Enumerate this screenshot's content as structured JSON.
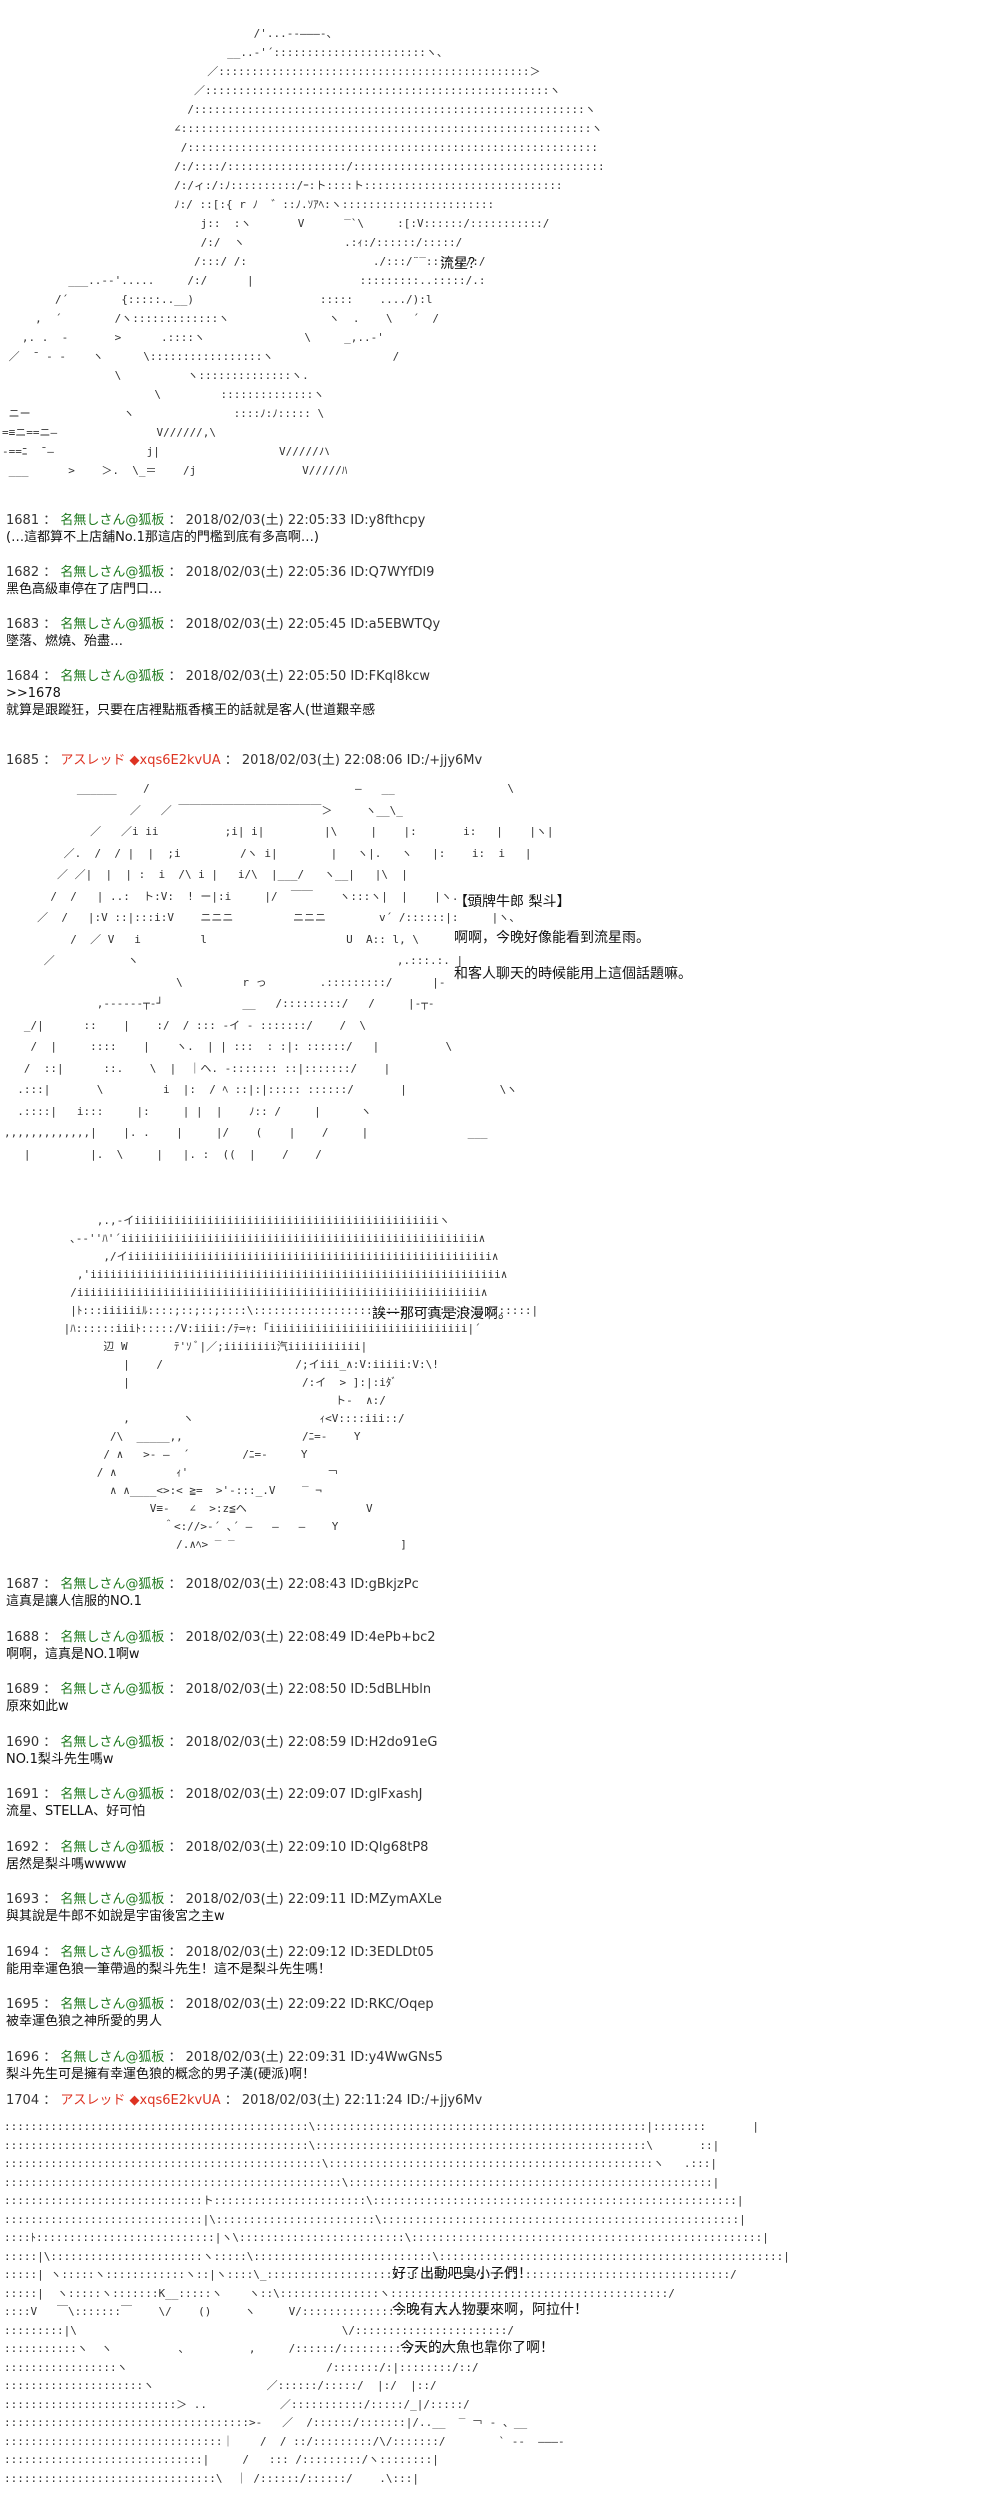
{
  "aa1": {
    "art": "                                      /'...--―――-、\n                                  __..-'´:::::::::::::::::::::::ヽ、\n                               ／:::::::::::::::::::::::::::::::::::::::::::::::＞\n                             ／::::::::::::::::::::::::::::::::::::::::::::::::::::ヽ\n                            /:::::::::::::::::::::::::::::::::::::::::::::::::::::::::::ヽ\n                          ∠::::::::::::::::::::::::::::::::::::::::::::::::::::::::::::::ヽ\n                           /::::::::::::::::::::::::::::::::::::::::::::::::::::::::::::::\n                          /:/::::/::::::::::::::::::/::::::::::::::::::::::::::::::::::::::\n                          /:/ィ:/:ﾉ::::::::::/ｰ:ト::::ト::::::::::::::::::::::::::::::\n                          ﾉ:/ ::[:{ r ﾉ  ゛::ﾉ.ｿｱﾍ:ヽ:::::::::::::::::::::::\n                              j::  :ヽ       V      ‾`\\     :[:V::::::/:::::::::::/\n                              /:/  ヽ               .:ｨ:/::::::/:::::/\n                             /:::/ /:                   ./:::/¨‾::::::/:/\n          ___..-‐'.....     /:/      |                :::::::::..:::::/.:\n        /´        {:::::..__)                   :::::    ..../):l\n     ,  ´        /ヽ:::::::::::::ヽ               ヽ  .    \\   ´  /\n   ,. .  -       >      .::::ヽ               \\     _,..-'\n ／  ̄  ‐ ‐    ヽ      \\:::::::::::::::::ヽ                  /\n                 \\          ヽ::::::::::::::ヽ.\n                       \\         ::::::::::::::ヽ\n ニー              ヽ               ::::ﾉ:ﾉ::::: \\\n=≡ニ==ニ―               V//////,\\\n‐==ﾆ  ̄ ―              j|                  V/////ハ\n ___      >    ＞.  \\_＝    /j                V/////ﾊ"
  },
  "aa1_speech": "流星？",
  "posts_a": [
    {
      "num": "1681",
      "name": "名無しさん@狐板",
      "date": "2018/02/03(土) 22:05:33",
      "id": "ID:y8fthcpy",
      "body": "(…這都算不上店舖No.1那這店的門檻到底有多高啊…)"
    },
    {
      "num": "1682",
      "name": "名無しさん@狐板",
      "date": "2018/02/03(土) 22:05:36",
      "id": "ID:Q7WYfDl9",
      "body": "黑色高級車停在了店門口…"
    },
    {
      "num": "1683",
      "name": "名無しさん@狐板",
      "date": "2018/02/03(土) 22:05:45",
      "id": "ID:a5EBWTQy",
      "body": "墜落、燃燒、殆盡…"
    },
    {
      "num": "1684",
      "name": "名無しさん@狐板",
      "date": "2018/02/03(土) 22:05:50",
      "id": "ID:FKql8kcw",
      "body": ">>1678\n就算是跟蹤狂，只要在店裡點瓶香檳王的話就是客人(世道艱辛感"
    }
  ],
  "post_1685": {
    "num": "1685",
    "name": "アスレッド",
    "trip": "◆xqs6E2kvUA",
    "date": "2018/02/03(土) 22:08:06",
    "id": "ID:/+jjy6Mv"
  },
  "aa2": {
    "art": "           ______    /                               ―   __                 \\\n                   ／   ／ ￣￣￣￣￣￣￣￣￣￣￣￣￣＞     ヽ__\\_\n             ／   ／i ii          ;i| i|         |\\     |    |:       i:   |    |ヽ|\n         ／.  /  / |  |  ;i         /ヽ i|        |   ヽ|.   ヽ   |:    i:  i   |\n        ／ ／|  |  | :  i  /\\ i |   i/\\  |___/   ヽ__|   |\\  |\n       /  /   | ..:  ト:V:  ! ー|:i     |/  ￣￣    ヽ:::ヽ|  |    |ヽ. .\n     ／  /   |:V ::|:::i:V    ニニニ         ニニニ        v´ /::::::|:     |ヽ、\n          /  ／ V   i         l                     U  A:: l, \\\n      ／           ヽ                                       ,.:::.:. |\n                          \\         r っ        .:::::::::/      |-\n              ,-‐-‐-‐┬-┘            __   /:::::::::/   /     |-┬-\n   _/|      ::    |    :/  / ::: -イ - :::::::/    /  \\\n    /  |     ::::    |    ヽ.  | | :::  : :|: ::::::/   |          \\\n   /  ::|      ::.    \\  |  ｜ヘ. -::::::: ::|:::::::/    |\n  .:::|       \\         i  |:  / ﾍ ::|:|::::: ::::::/       |              \\ヽ\n  .::::|   i:::     |:     | |  |    ﾉ:: /     |      ヽ\n,,,,,,,,,,,,,|    |. .    |     |/    (    |    /     |               ___\n   |         |.  \\     |   |. :  ((  |    /    /"
  },
  "aa2_speech": {
    "line1": "【頭牌牛郎 梨斗】",
    "line2": "啊啊，今晚好像能看到流星雨。",
    "line3": "和客人聊天的時候能用上這個話題嘛。"
  },
  "aa3": {
    "art": "              ,.,-イiiiiiiiiiiiiiiiiiiiiiiiiiiiiiiiiiiiiiiiiiiiiiiヽ\n          ､-‐''ﾊ'´iiiiiiiiiiiiiiiiiiiiiiiiiiiiiiiiiiiiiiiiiiiiiiiiiiiiii∧\n               ,/イiiiiiiiiiiiiiiiiiiiiiiiiiiiiiiiiiiiiiiiiiiiiiiiiiiiiiii∧\n           ,'iiiiiiiiiiiiiiiiiiiiiiiiiiiiiiiiiiiiiiiiiiiiiiiiiiiiiiiiiiiiii∧\n          /iiiiiiiiiiiiiiiiiiiiiiiiiiiiiiiiiiiiiiiiiiiiiiiiiiiiiiiiiiiii∧\n          |ﾄ:::iiiiiiﾙ::::;::;::;::::\\::::::::::::::::::::::;:::::::::::::::::::|\n         |ﾊ::::::iiiﾄ:::::/V:iiii:/ﾃ=ｬ:「iiiiiiiiiiiiiiiiiiiiiiiiiiiiii|´\n               辺 W       ﾃ'ｿ ﾞ|／;iiiiiiii汽iiiiiiiiiii|\n                  |    /                    /;イiii_∧:V:iiiii:V:\\!\n                  |                          /:イ  > ]:|:iﾀﾞ\n                                                  ト-  ∧:/\n                  ,        ヽ                   ｨ<V::::iii::/\n                /\\  _____,,                  /ﾆ=-    Y\n               / ∧   >- ―  ´        /ﾆ=-     Y\n              / ∧         ｨ'                     ￢\n                ∧ ∧____<>:< ≧=  >'-:::_.V    ‾ ¬\n                      V≡-   ∠  >:z≦ヘ                  V\n                        ＾<://>-´ ､´ ―   ―   ―    Y\n                          /.∧ﾍ> ‾ ‾                         ]"
  },
  "aa3_speech": "誒一那可真是浪漫啊。",
  "posts_b": [
    {
      "num": "1687",
      "name": "名無しさん@狐板",
      "date": "2018/02/03(土) 22:08:43",
      "id": "ID:gBkjzPc",
      "body": "這真是讓人信服的NO.1"
    },
    {
      "num": "1688",
      "name": "名無しさん@狐板",
      "date": "2018/02/03(土) 22:08:49",
      "id": "ID:4ePb+bc2",
      "body": "啊啊，這真是NO.1啊w"
    },
    {
      "num": "1689",
      "name": "名無しさん@狐板",
      "date": "2018/02/03(土) 22:08:50",
      "id": "ID:5dBLHbln",
      "body": "原來如此w"
    },
    {
      "num": "1690",
      "name": "名無しさん@狐板",
      "date": "2018/02/03(土) 22:08:59",
      "id": "ID:H2do91eG",
      "body": "NO.1梨斗先生嗎w"
    },
    {
      "num": "1691",
      "name": "名無しさん@狐板",
      "date": "2018/02/03(土) 22:09:07",
      "id": "ID:glFxashJ",
      "body": "流星、STELLA、好可怕"
    },
    {
      "num": "1692",
      "name": "名無しさん@狐板",
      "date": "2018/02/03(土) 22:09:10",
      "id": "ID:Qlg68tP8",
      "body": "居然是梨斗嗎wwww"
    },
    {
      "num": "1693",
      "name": "名無しさん@狐板",
      "date": "2018/02/03(土) 22:09:11",
      "id": "ID:MZymAXLe",
      "body": "與其說是牛郎不如說是宇宙後宮之主w"
    },
    {
      "num": "1694",
      "name": "名無しさん@狐板",
      "date": "2018/02/03(土) 22:09:12",
      "id": "ID:3EDLDt05",
      "body": "能用幸運色狼一筆帶過的梨斗先生！這不是梨斗先生嗎！"
    },
    {
      "num": "1695",
      "name": "名無しさん@狐板",
      "date": "2018/02/03(土) 22:09:22",
      "id": "ID:RKC/Oqep",
      "body": "被幸運色狼之神所愛的男人"
    },
    {
      "num": "1696",
      "name": "名無しさん@狐板",
      "date": "2018/02/03(土) 22:09:31",
      "id": "ID:y4WwGNs5",
      "body": "梨斗先生可是擁有幸運色狼的概念的男子漢(硬派)啊！"
    }
  ],
  "post_1704": {
    "num": "1704",
    "name": "アスレッド",
    "trip": "◆xqs6E2kvUA",
    "date": "2018/02/03(土) 22:11:24",
    "id": "ID:/+jjy6Mv"
  },
  "aa4": {
    "art": "::::::::::::::::::::::::::::::::::::::::::::::\\::::::::::::::::::::::::::::::::::::::::::::::::::|::::::::       |\n::::::::::::::::::::::::::::::::::::::::::::::\\::::::::::::::::::::::::::::::::::::::::::::::::::\\       ::|\n::::::::::::::::::::::::::::::::::::::::::::::::\\:::::::::::::::::::::::::::::::::::::::::::::::::ヽ   .:::|\n:::::::::::::::::::::::::::::::::::::::::::::::::::\\:::::::::::::::::::::::::::::::::::::::::::::::::::::::|\n::::::::::::::::::::::::::::::ト:::::::::::::::::::::::\\:::::::::::::::::::::::::::::::::::::::::::::::::::::::|\n::::::::::::::::::::::::::::::|\\::::::::::::::::::::::::\\::::::::::::::::::::::::::::::::::::::::::::::::::::::|\n::::ﾄ:::::::::::::::::::::::::::|ヽ\\:::::::::::::::::::::::::\\:::::::::::::::::::::::::::::::::::::::::::::::::::::|\n:::::|\\:::::::::::::::::::::::ヽ:::::\\:::::::::::::::::::::::::::\\::::::::::::::::::::::::::::::::::::::::::::::::::::|\n:::::| ヽ:::::ヽ::::::::::::ヽ::|ヽ::::\\_::::::::::::::::::::::::::::::::::::::::::::::::::::::::::::::::::::::/\n:::::|  ヽ:::::ヽ:::::::K__:::::ヽ    ヽ::\\:::::::::::::::ヽ::::::::::::::::::::::::::::::::::::::::::/\n::::V   ￣\\:::::::￣    \\/    ()     ヽ     V/:::::::::::::::::::::::::::/\n:::::::::|\\                                        \\/:::::::::::::::::::::::/\n:::::::::::ヽ  ヽ          、         ,     /::::::/::::::::::/::::/\n:::::::::::::::::ヽ                              /:::::::/:|::::::::/::/\n:::::::::::::::::::::ヽ                 ／::::::/:::::/  |:/  |::/\n::::::::::::::::::::::::::＞ ..           ／:::::::::::/:::::/_|/:::::/\n:::::::::::::::::::::::::::::::::::::>‐   ／  /::::::/:::::::|/..__  ‾ ￢ ‐ 、__\n:::::::::::::::::::::::::::::::::｜    /  / ::/:::::::::/\\/:::::::/        ` ‐-  ―――-\n::::::::::::::::::::::::::::::|     /   ::: /:::::::::/ヽ::::::::|\n::::::::::::::::::::::::::::::::\\  ｜ /::::::/::::::/    .\\:::|"
  },
  "aa4_speech": {
    "line1": "好了出動吧臭小子們！",
    "line2": "今晚有大人物要來啊，阿拉什！",
    "line3": "今天的大魚也靠你了啊！"
  }
}
